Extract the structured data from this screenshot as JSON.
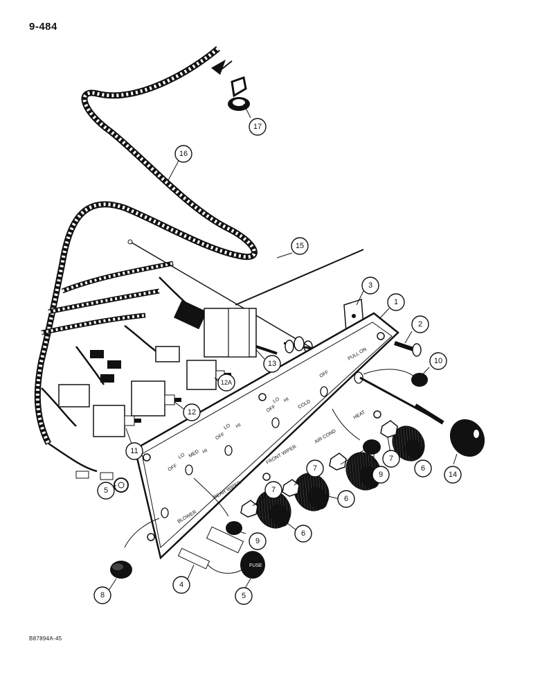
{
  "page": {
    "number": "9-484",
    "figure_code": "B87894A-45"
  },
  "panel_labels": {
    "off": "OFF",
    "lo": "LO",
    "med": "MED",
    "hi": "HI",
    "blower": "BLOWER",
    "rear_wiper": "REAR WIPER",
    "front_wiper": "FRONT WIPER",
    "air_cond": "AIR COND",
    "cold": "COLD",
    "heat": "HEAT",
    "pull_on": "PULL ON",
    "fuse": "FUSE"
  },
  "callouts": [
    {
      "id": "c1",
      "label": "1"
    },
    {
      "id": "c2",
      "label": "2"
    },
    {
      "id": "c3",
      "label": "3"
    },
    {
      "id": "c4",
      "label": "4"
    },
    {
      "id": "c5a",
      "label": "5"
    },
    {
      "id": "c5b",
      "label": "5"
    },
    {
      "id": "c6a",
      "label": "6"
    },
    {
      "id": "c6b",
      "label": "6"
    },
    {
      "id": "c6c",
      "label": "6"
    },
    {
      "id": "c7a",
      "label": "7"
    },
    {
      "id": "c7b",
      "label": "7"
    },
    {
      "id": "c7c",
      "label": "7"
    },
    {
      "id": "c8",
      "label": "8"
    },
    {
      "id": "c9a",
      "label": "9"
    },
    {
      "id": "c9b",
      "label": "9"
    },
    {
      "id": "c10",
      "label": "10"
    },
    {
      "id": "c11",
      "label": "11"
    },
    {
      "id": "c12",
      "label": "12"
    },
    {
      "id": "c12a",
      "label": "12A"
    },
    {
      "id": "c13",
      "label": "13"
    },
    {
      "id": "c14",
      "label": "14"
    },
    {
      "id": "c15",
      "label": "15"
    },
    {
      "id": "c16",
      "label": "16"
    },
    {
      "id": "c17",
      "label": "17"
    }
  ]
}
